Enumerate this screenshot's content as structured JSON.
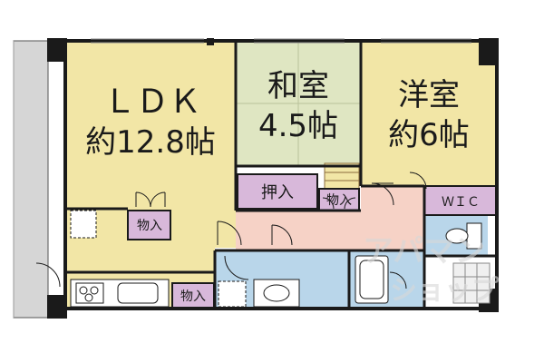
{
  "rooms": {
    "ldk": {
      "name": "ＬＤＫ",
      "size": "約12.8帖"
    },
    "washitsu": {
      "name": "和室",
      "size": "4.5帖"
    },
    "yoshitsu": {
      "name": "洋室",
      "size": "約6帖"
    }
  },
  "storage": {
    "oshiire": "押入",
    "monoire_ldk": "物入",
    "monoire_hall": "物入",
    "monoire_kitchen": "物入",
    "wic": "ＷＩＣ"
  },
  "watermark": {
    "line1": "アパマン",
    "line2": "ショップ"
  },
  "colors": {
    "ldk_floor": "#f2e6a6",
    "washitsu_floor": "#dfe6c2",
    "yoshitsu_floor": "#f2e6a6",
    "storage": "#d8b8da",
    "hallway": "#f6d2c6",
    "wet_area": "#b9d6ea",
    "balcony": "#d6d6d6",
    "wall": "#1a1a1a"
  }
}
